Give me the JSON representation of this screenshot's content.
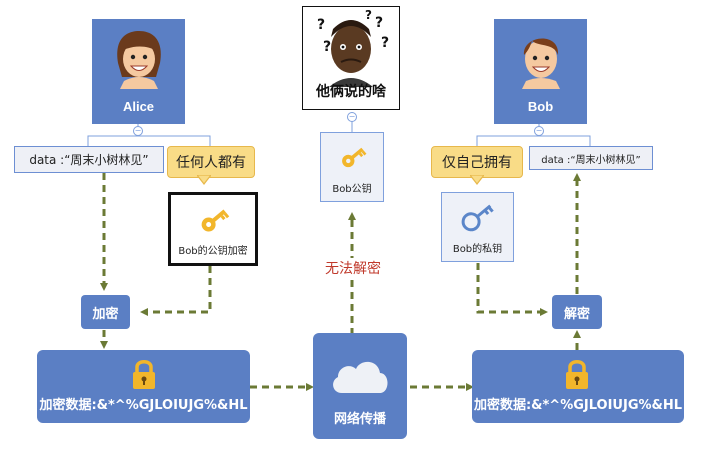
{
  "alice": {
    "name": "Alice"
  },
  "bob": {
    "name": "Bob"
  },
  "observer": {
    "caption": "他俩说的啥",
    "marks": [
      "?",
      "?",
      "?",
      "?",
      "?"
    ]
  },
  "left": {
    "data": "data :“周末小树林见”",
    "bubble": "任何人都有",
    "key_label": "Bob的公钥加密",
    "action": "加密",
    "encrypted": "加密数据:&*^%GJLOIUJG%&HL"
  },
  "middle": {
    "key_label": "Bob公钥",
    "cannot": "无法解密",
    "network": "网络传播"
  },
  "right": {
    "data": "data :“周末小树林见”",
    "bubble": "仅自己拥有",
    "key_label": "Bob的私钥",
    "action": "解密",
    "encrypted": "加密数据:&*^%GJLOIUJG%&HL"
  },
  "colors": {
    "box_blue": "#5b7fc4",
    "arrow_olive": "#6b7a35",
    "bubble_yellow": "#f9dc87",
    "key_gold": "#f2b62b",
    "key_blue": "#5b86c9",
    "cannot_red": "#c0392b"
  },
  "icons": [
    "alice-face-icon",
    "bob-face-icon",
    "gold-key-icon",
    "blue-key-icon",
    "padlock-icon",
    "cloud-icon"
  ]
}
